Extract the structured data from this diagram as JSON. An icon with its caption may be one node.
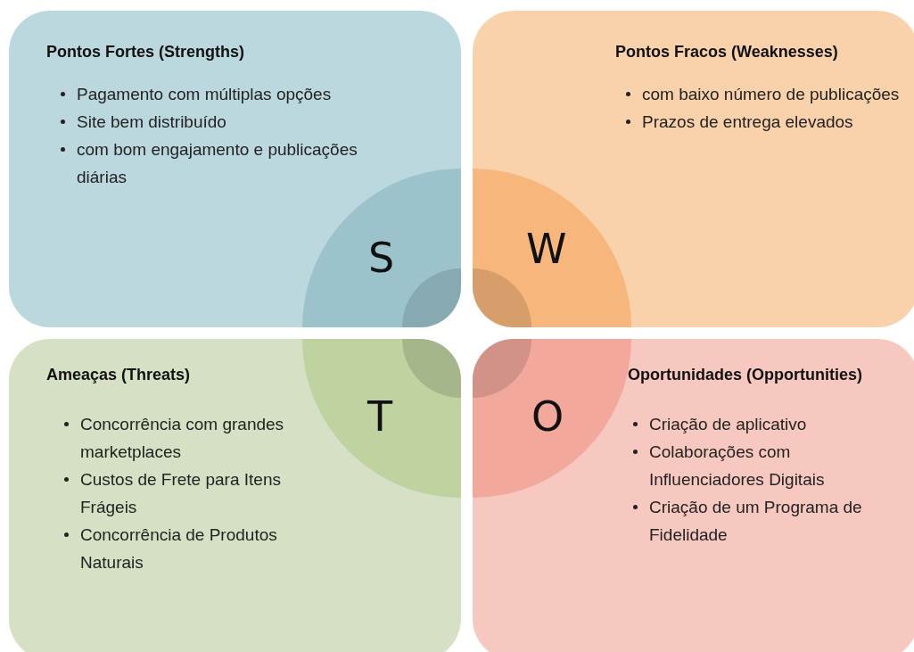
{
  "diagram": {
    "nodes": [
      {
        "text": [
          "Pontos Fortes (Strengths)",
          "Pagamento com múltiplas opções",
          "Site bem distribuído",
          "com bom engajamento e publicações diárias"
        ]
      },
      {
        "text": [
          "Pontos Fracos (Weaknesses)",
          "com baixo número de publicações",
          "Prazos de entrega elevados"
        ]
      },
      {
        "text": [
          "Ameaças (Threats)",
          "Concorrência com grandes marketplaces",
          "Custos de Frete para Itens Frágeis",
          "Concorrência de Produtos Naturais"
        ]
      },
      {
        "text": [
          "Oportunidades (Opportunities)",
          "Criação de aplicativo",
          "Colaborações com Influenciadores Digitais",
          "Criação de um Programa de Fidelidade"
        ]
      }
    ],
    "labels": [
      "S",
      "W",
      "T",
      "O"
    ]
  }
}
